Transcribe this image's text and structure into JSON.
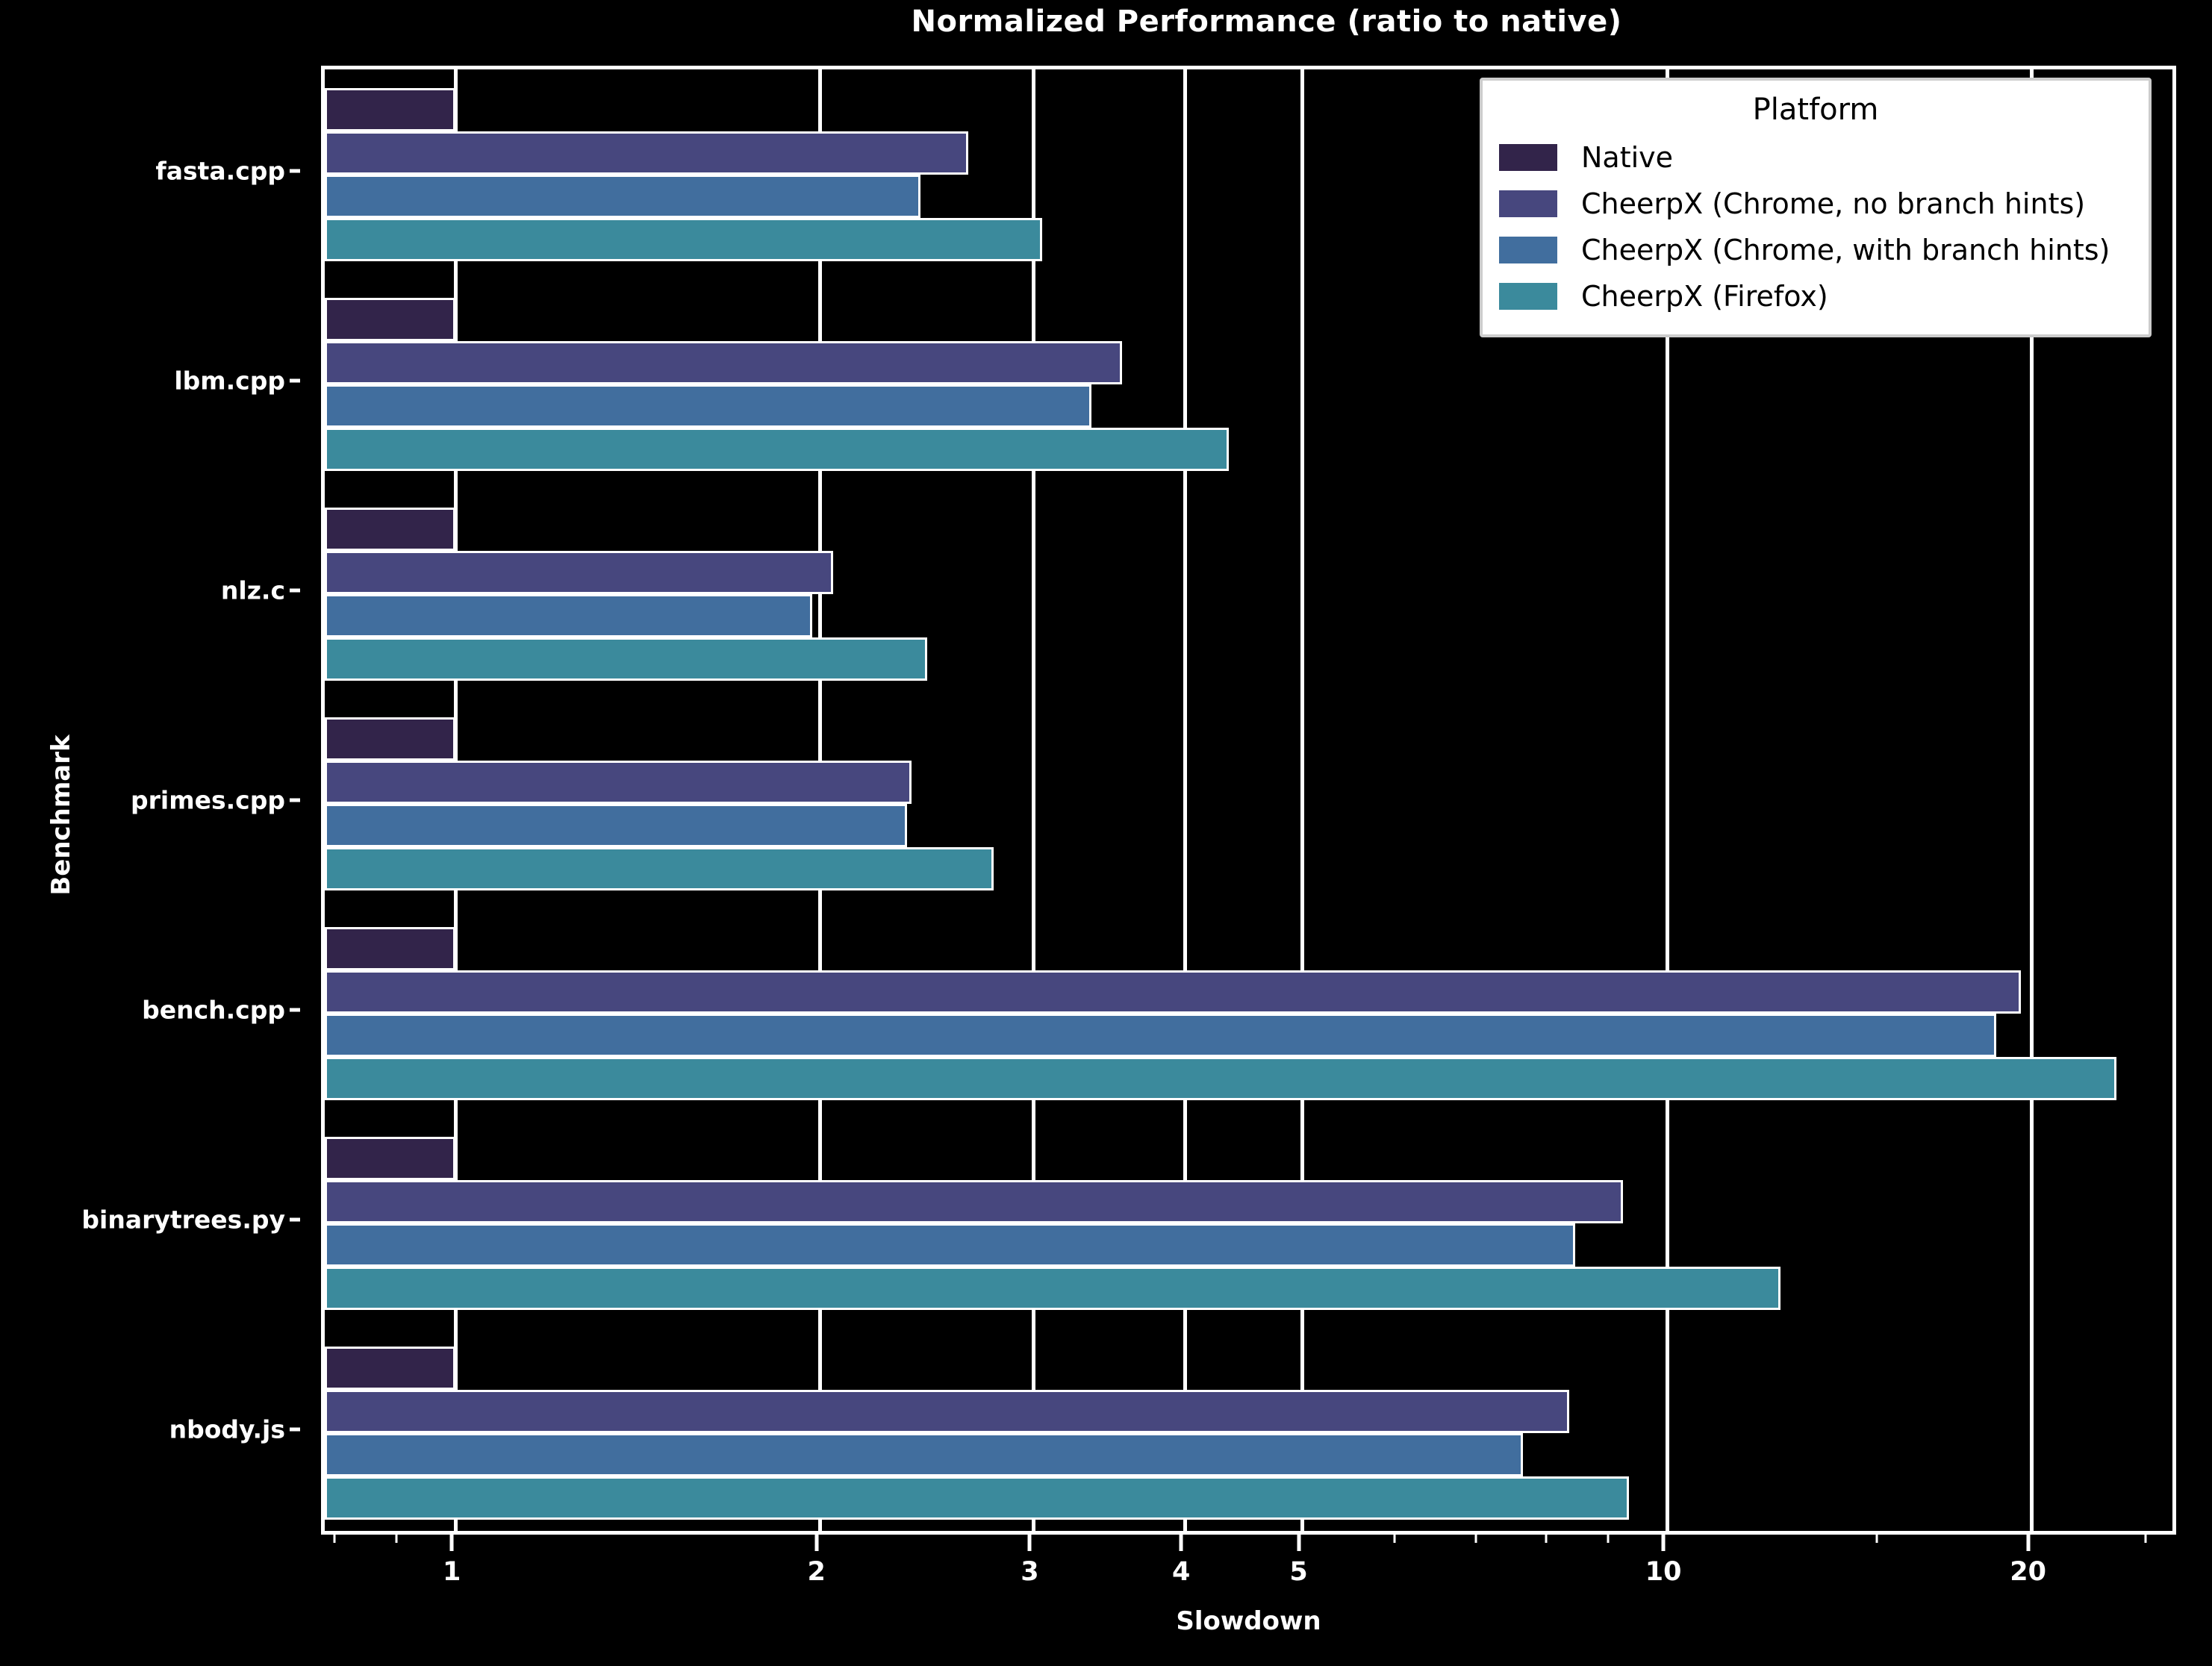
{
  "chart_data": {
    "type": "bar",
    "orientation": "horizontal",
    "title": "Normalized Performance (ratio to native)",
    "xlabel": "Slowdown",
    "ylabel": "Benchmark",
    "xscale": "log",
    "xlim": [
      0.78,
      26.5
    ],
    "grid": true,
    "xticks": [
      1,
      2,
      3,
      4,
      5,
      10,
      20
    ],
    "xtick_labels": [
      "1",
      "2",
      "3",
      "4",
      "5",
      "10",
      "20"
    ],
    "legend_title": "Platform",
    "legend_position": "upper right",
    "categories": [
      "fasta.cpp",
      "lbm.cpp",
      "nlz.c",
      "primes.cpp",
      "bench.cpp",
      "binarytrees.py",
      "nbody.js"
    ],
    "series": [
      {
        "name": "Native",
        "color": "#32244a",
        "values": [
          1.0,
          1.0,
          1.0,
          1.0,
          1.0,
          1.0,
          1.0
        ]
      },
      {
        "name": "CheerpX (Chrome, no branch hints)",
        "color": "#47477e",
        "values": [
          2.65,
          3.55,
          2.05,
          2.38,
          19.6,
          9.2,
          8.3
        ]
      },
      {
        "name": "CheerpX (Chrome, with branch hints)",
        "color": "#416e9e",
        "values": [
          2.42,
          3.35,
          1.97,
          2.36,
          18.7,
          8.4,
          7.6
        ]
      },
      {
        "name": "CheerpX (Firefox)",
        "color": "#3b8a9c",
        "values": [
          3.05,
          4.35,
          2.45,
          2.78,
          23.5,
          12.4,
          9.3
        ]
      }
    ]
  },
  "legend": {
    "title": "Platform",
    "entries": [
      {
        "label": "Native",
        "color": "#32244a"
      },
      {
        "label": "CheerpX (Chrome, no branch hints)",
        "color": "#47477e"
      },
      {
        "label": "CheerpX (Chrome, with branch hints)",
        "color": "#416e9e"
      },
      {
        "label": "CheerpX (Firefox)",
        "color": "#3b8a9c"
      }
    ]
  },
  "theme": {
    "background": "#000000",
    "foreground": "#ffffff",
    "grid_color": "#ffffff",
    "legend_background": "#ffffff",
    "legend_text": "#000000"
  }
}
